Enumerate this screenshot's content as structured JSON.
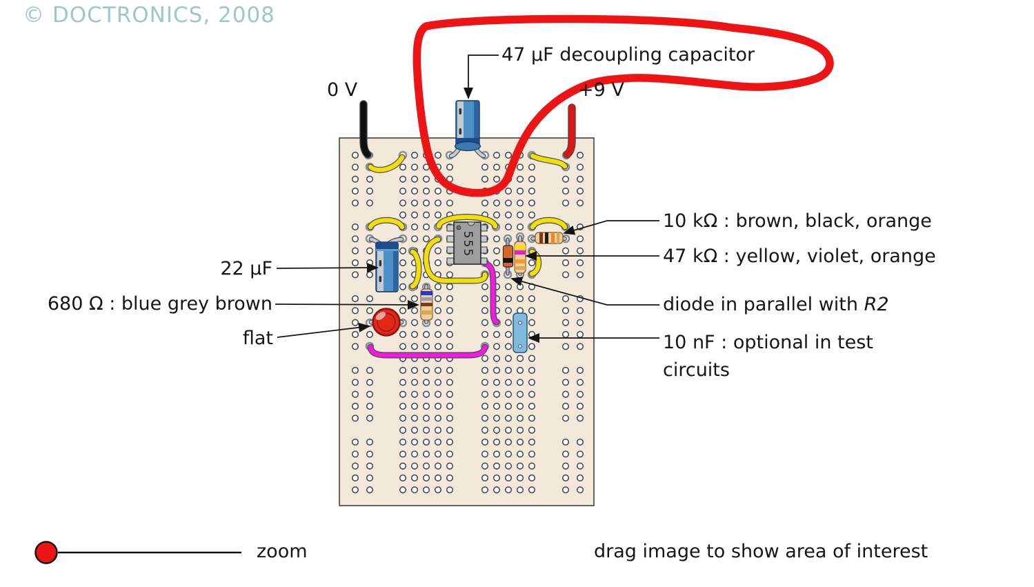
{
  "copyright": "© DOCTRONICS, 2008",
  "power": {
    "ground": "0 V",
    "supply": "+9 V"
  },
  "callouts": {
    "decoupling": "47 μF decoupling capacitor",
    "timing_cap": "22 μF",
    "resistor_680": "680 Ω : blue grey brown",
    "led_flat": "flat",
    "resistor_10k": "10 kΩ : brown, black, orange",
    "resistor_47k": "47 kΩ : yellow, violet, orange",
    "diode_prefix": "diode in parallel with ",
    "diode_var": "R2",
    "cap_10nf_line1": "10 nF : optional in test",
    "cap_10nf_line2": "circuits"
  },
  "components": {
    "ic": "555"
  },
  "viewer": {
    "zoom_label": "zoom",
    "drag_hint": "drag image to show area of interest"
  },
  "colors": {
    "highlight_loop": "#ec1414",
    "copyright_text": "#9dc9c5",
    "board": "#f2e9da",
    "wire_yellow": "#f2df0a",
    "wire_magenta": "#ee1ce0",
    "led_red": "#e02818"
  }
}
